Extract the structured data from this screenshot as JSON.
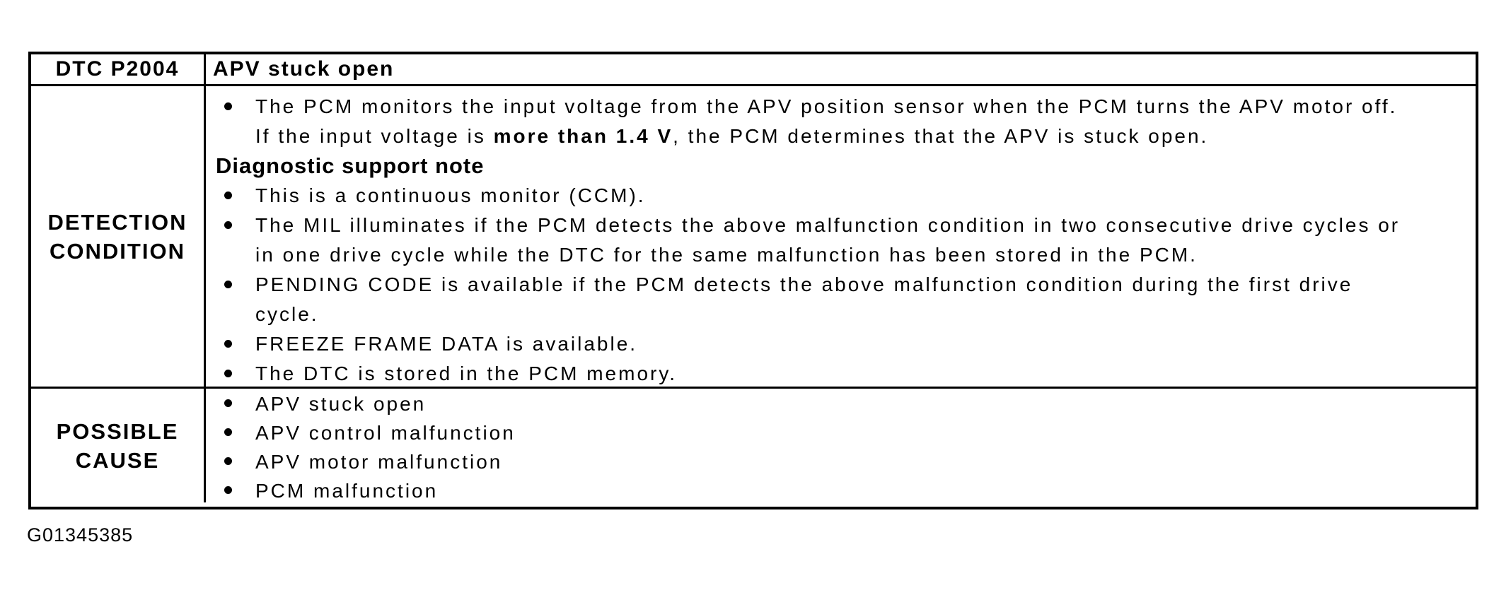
{
  "page": {
    "background": "#ffffff",
    "ink": "#000000"
  },
  "table": {
    "header": {
      "code": "DTC P2004",
      "title": "APV stuck open"
    },
    "detection": {
      "label": "DETECTION\nCONDITION",
      "content": [
        {
          "type": "bullet",
          "lines": [
            [
              {
                "t": "The PCM monitors the input voltage from the APV position sensor when the PCM turns the APV motor off."
              }
            ],
            [
              {
                "t": "If the input voltage is "
              },
              {
                "t": "more than 1.4 V",
                "b": true
              },
              {
                "t": ", the PCM determines that the APV is stuck open."
              }
            ]
          ]
        },
        {
          "type": "heading",
          "text": "Diagnostic support note"
        },
        {
          "type": "bullet",
          "lines": [
            [
              {
                "t": "This is a continuous monitor (CCM)."
              }
            ]
          ]
        },
        {
          "type": "bullet",
          "lines": [
            [
              {
                "t": "The MIL illuminates if the PCM detects the above malfunction condition in two consecutive drive cycles or"
              }
            ],
            [
              {
                "t": "in one drive cycle while the DTC for the same malfunction has been stored in the PCM."
              }
            ]
          ]
        },
        {
          "type": "bullet",
          "lines": [
            [
              {
                "t": "PENDING CODE is available if the PCM detects the above malfunction condition during the first drive"
              }
            ],
            [
              {
                "t": "cycle."
              }
            ]
          ]
        },
        {
          "type": "bullet",
          "lines": [
            [
              {
                "t": "FREEZE FRAME DATA is available."
              }
            ]
          ]
        },
        {
          "type": "bullet",
          "lines": [
            [
              {
                "t": "The DTC is stored in the PCM memory."
              }
            ]
          ]
        }
      ]
    },
    "cause": {
      "label": "POSSIBLE\nCAUSE",
      "bullets": [
        "APV stuck open",
        "APV control malfunction",
        "APV motor malfunction",
        "PCM malfunction"
      ]
    }
  },
  "figure_id": "G01345385"
}
